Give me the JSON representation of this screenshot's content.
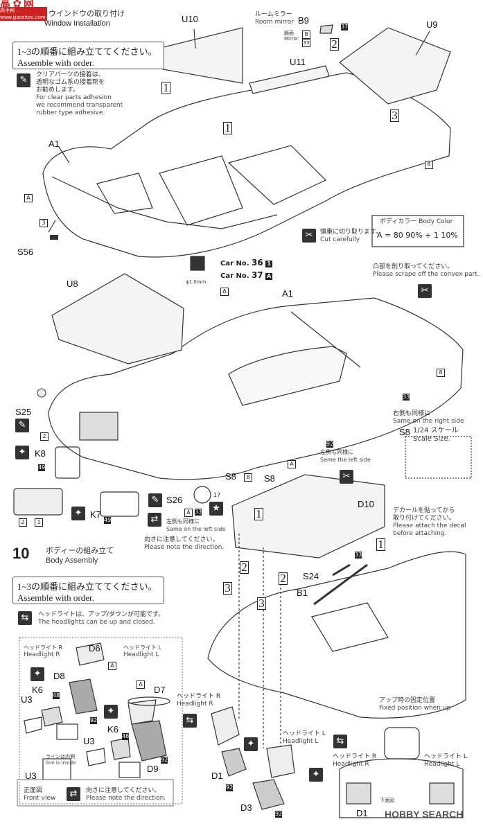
{
  "header": {
    "logo_text": "高手网 www.gaoshou.com",
    "jp_title": "ウインドウの取り付け",
    "en_title": "Window Installation"
  },
  "step9": {
    "order_jp": "1~3の順番に組み立ててください。",
    "order_en": "Assemble with order.",
    "clear_jp1": "クリアパーツの接着は、",
    "clear_jp2": "透明なゴム系の接着剤を",
    "clear_jp3": "お勧めします。",
    "clear_en1": "For clear parts adhesion",
    "clear_en2": "we recommend transparent",
    "clear_en3": "rubber type adhesive.",
    "room_mirror_jp": "ルームミラー",
    "room_mirror_en": "Room mirror",
    "mirror_jp": "鏡面",
    "mirror_en": "Mirror",
    "cut_jp": "慎重に切り取ります。",
    "cut_en": "Cut carefully",
    "body_color_jp": "ボディカラー",
    "body_color_en": "Body Color",
    "body_color_mix": "A = 80 90% + 1 10%",
    "drill": "φ1.0mm",
    "car_no_label": "Car No.",
    "car36": "36",
    "car37": "37",
    "scrape_jp": "凸部を削り取ってください。",
    "scrape_en": "Please scrape off the convex part.",
    "same_left_jp": "左側も同様に",
    "same_left_en": "Same the left side",
    "same_right_jp": "右側も同様に",
    "same_right_en": "Same on the right side",
    "scale_jp": "1/24 スケール",
    "scale_en": "Scale Size.",
    "decal_jp1": "デカールを貼ってから",
    "decal_jp2": "取り付けてください。",
    "decal_en1": "Please attach the decal",
    "decal_en2": "before attaching.",
    "same_left2_jp": "左側も同様に",
    "same_left2_en": "Same on the left side",
    "direction_jp": "向きに注意してください。",
    "direction_en": "Please note the direction."
  },
  "step10": {
    "number": "10",
    "jp_title": "ボディーの組み立て",
    "en_title": "Body Assembly",
    "order_jp": "1~3の順番に組み立ててください。",
    "order_en": "Assemble with order.",
    "headlight_jp": "ヘッドライトは、アップ/ダウンが可能です。",
    "headlight_en": "The headlights can be up and closed.",
    "headlight_r_jp": "ヘッドライト R",
    "headlight_r_en": "Headlight R",
    "headlight_l_jp": "ヘッドライト L",
    "headlight_l_en": "Headlight L",
    "line_jp": "ラインは内側",
    "line_en": "line is inside",
    "front_view_jp": "正面図",
    "front_view_en": "Front view",
    "direction_jp": "向きに注意してください。",
    "direction_en": "Please note the direction.",
    "fixed_jp": "アップ時の固定位置",
    "fixed_en": "Fixed position when up",
    "bottom_jp": "下面図"
  },
  "parts": {
    "U10": "U10",
    "U9": "U9",
    "U11": "U11",
    "B9": "B9",
    "A1": "A1",
    "S56": "S56",
    "U8": "U8",
    "A1b": "A1",
    "S25": "S25",
    "K8": "K8",
    "K7": "K7",
    "S26": "S26",
    "S8a": "S8",
    "S8b": "S8",
    "S8c": "S8",
    "D10": "D10",
    "S24": "S24",
    "B1": "B1",
    "D6": "D6",
    "D8": "D8",
    "D7": "D7",
    "K6a": "K6",
    "K6b": "K6",
    "U3a": "U3",
    "U3b": "U3",
    "U3c": "U3",
    "D9": "D9",
    "D1a": "D1",
    "D1b": "D1",
    "D3": "D3"
  },
  "numbers": {
    "n37": "37",
    "n2": "2",
    "n8": "8",
    "n33": "33",
    "n3": "3",
    "n8b": "8",
    "n49": "49",
    "n49b": "49",
    "n17": "17",
    "n33b": "33",
    "n92": "92",
    "n33c": "33",
    "n8c": "8",
    "n48": "48",
    "n48b": "48",
    "n92b": "92",
    "n92c": "92",
    "n92d": "92",
    "n92e": "92",
    "n1": "1",
    "n2b": "2"
  },
  "steps": {
    "s1": "1",
    "s2": "2",
    "s3": "3"
  },
  "watermark": "HOBBY SEARCH"
}
